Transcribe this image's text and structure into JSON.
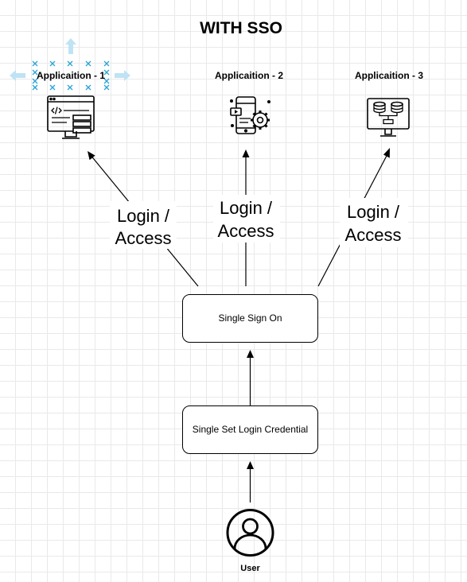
{
  "title": "WITH SSO",
  "applications": [
    {
      "label": "Applicaition - 1",
      "icon": "code-monitor-icon"
    },
    {
      "label": "Applicaition -  2",
      "icon": "mobile-settings-icon"
    },
    {
      "label": "Applicaition - 3",
      "icon": "database-monitor-icon"
    }
  ],
  "edge_labels": [
    {
      "line1": "Login /",
      "line2": "Access"
    },
    {
      "line1": "Login /",
      "line2": "Access"
    },
    {
      "line1": "Login /",
      "line2": "Access"
    }
  ],
  "sso_box": {
    "label": "Single Sign On"
  },
  "credential_box": {
    "label": "Single Set Login Credential"
  },
  "user": {
    "label": "User",
    "icon": "user-icon"
  },
  "colors": {
    "selection": "#29a3d6",
    "grid": "#e9e9e9",
    "stroke": "#000000"
  }
}
